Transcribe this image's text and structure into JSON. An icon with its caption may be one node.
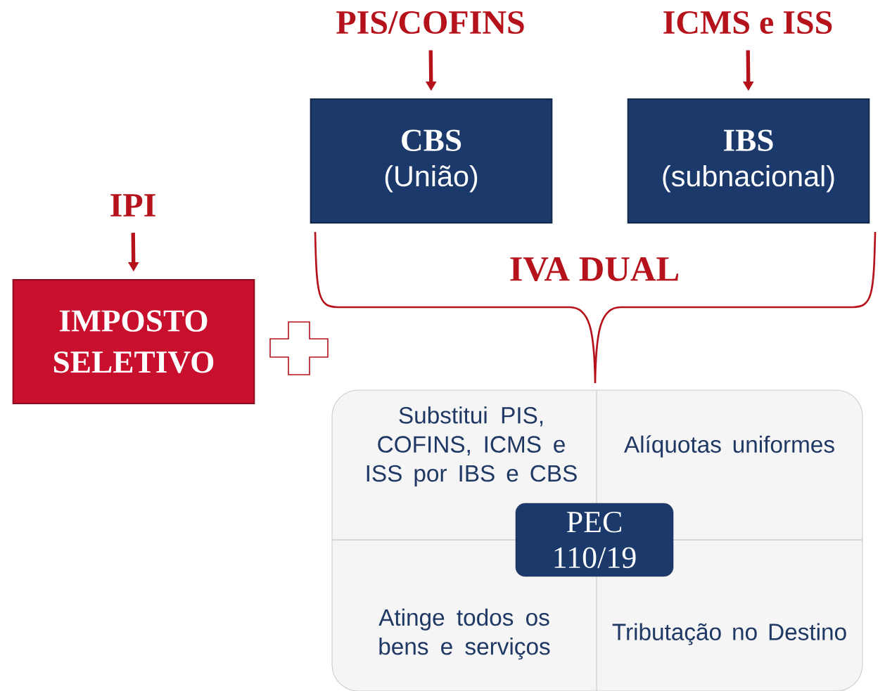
{
  "diagram": {
    "nodes": [
      {
        "text": [
          "PIS/COFINS"
        ]
      },
      {
        "text": [
          "ICMS e ISS"
        ]
      },
      {
        "text": [
          "IPI"
        ]
      },
      {
        "text": [
          "CBS",
          "(União)"
        ]
      },
      {
        "text": [
          "IBS",
          "(subnacional)"
        ]
      },
      {
        "text": [
          "IMPOSTO SELETIVO"
        ]
      },
      {
        "text": [
          "Substitui  PIS, COFINS, ICMS e ISS por IBS e CBS"
        ]
      },
      {
        "text": [
          "Alíquotas uniformes"
        ]
      },
      {
        "text": [
          "Atinge todos os bens e serviços"
        ]
      },
      {
        "text": [
          "Tributação no Destino"
        ]
      },
      {
        "text": [
          "PEC 110/19"
        ]
      }
    ],
    "edges": [
      {
        "from": 0,
        "to": 3,
        "arrow": "to"
      },
      {
        "from": 1,
        "to": 4,
        "arrow": "to"
      },
      {
        "from": 2,
        "to": 5,
        "arrow": "to"
      }
    ],
    "labels": [
      "IVA DUAL"
    ]
  }
}
